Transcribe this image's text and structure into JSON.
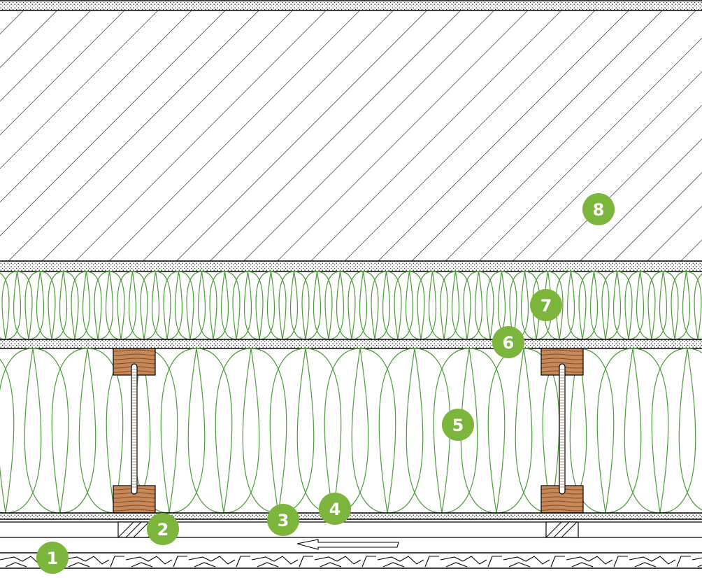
{
  "colors": {
    "line": "#000000",
    "insulation": "#4a9a3a",
    "timber": "#c8895a",
    "callout": "#7bb53b",
    "callout_text": "#ffffff"
  },
  "callouts": [
    {
      "label": "1"
    },
    {
      "label": "2"
    },
    {
      "label": "3"
    },
    {
      "label": "4"
    },
    {
      "label": "5"
    },
    {
      "label": "6"
    },
    {
      "label": "7"
    },
    {
      "label": "8"
    }
  ]
}
